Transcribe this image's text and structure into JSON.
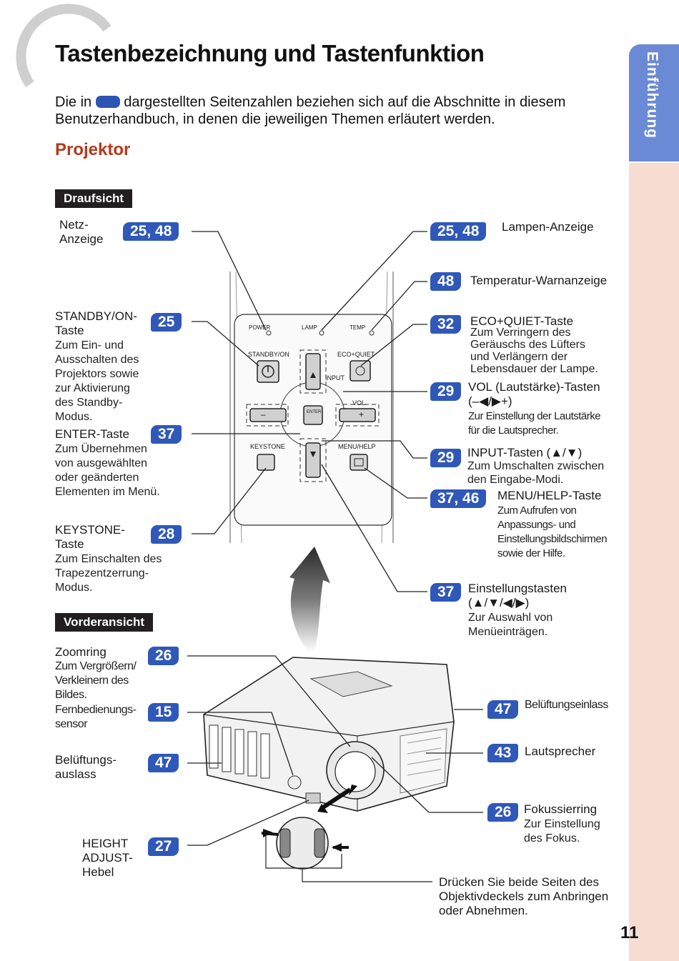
{
  "header": {
    "title": "Tastenbezeichnung und Tastenfunktion",
    "intro_before": "Die in",
    "intro_after": "dargestellten Seitenzahlen beziehen sich auf die Abschnitte in diesem Benutzerhandbuch, in denen die jeweiligen Themen erläutert werden.",
    "section": "Projektor"
  },
  "side_tab": "Einführung",
  "page_number": "11",
  "colors": {
    "badge": "#2f58b8",
    "section": "#b5391d",
    "side_tab": "#6b8ad6",
    "side_strip": "#f7ddd1"
  },
  "top_view": {
    "heading": "Draufsicht",
    "panel": {
      "power": "POWER",
      "lamp": "LAMP",
      "temp": "TEMP",
      "standby": "STANDBY/ON",
      "eco": "ECO+QUIET",
      "input": "INPUT",
      "vol": "VOL",
      "enter": "ENTER",
      "keystone": "KEYSTONE",
      "menu": "MENU/HELP",
      "vol_minus": "–",
      "vol_plus": "+"
    },
    "left": [
      {
        "pages": "25, 48",
        "label": "Netz-\nAnzeige",
        "desc": ""
      },
      {
        "pages": "25",
        "label": "STANDBY/ON-\nTaste",
        "desc": "Zum Ein- und\nAusschalten des\nProjektors sowie\nzur Aktivierung\ndes Standby-\nModus."
      },
      {
        "pages": "37",
        "label": "ENTER-Taste",
        "desc": "Zum Übernehmen\nvon ausgewählten\noder geänderten\nElementen im Menü."
      },
      {
        "pages": "28",
        "label": "KEYSTONE-\nTaste",
        "desc": "Zum Einschalten des\nTrapezentzerrung-\nModus."
      }
    ],
    "right": [
      {
        "pages": "25, 48",
        "label": "Lampen-Anzeige",
        "desc": ""
      },
      {
        "pages": "48",
        "label": "Temperatur-Warnanzeige",
        "desc": ""
      },
      {
        "pages": "32",
        "label": "ECO+QUIET-Taste",
        "desc": "Zum Verringern des\nGeräuschs des Lüfters\nund Verlängern der\nLebensdauer der Lampe."
      },
      {
        "pages": "29",
        "label": "VOL (Lautstärke)-Tasten\n(–◀/▶+)",
        "desc": "Zur Einstellung der Lautstärke\nfür die Lautsprecher."
      },
      {
        "pages": "29",
        "label": "INPUT-Tasten (▲/▼)",
        "desc": "Zum Umschalten zwischen\nden Eingabe-Modi."
      },
      {
        "pages": "37, 46",
        "label": "MENU/HELP-Taste",
        "desc": "Zum Aufrufen von\nAnpassungs- und\nEinstellungsbildschirmen\nsowie der Hilfe."
      },
      {
        "pages": "37",
        "label": "Einstellungstasten\n(▲/▼/◀/▶)",
        "desc": "Zur Auswahl von\nMenüeinträgen."
      }
    ]
  },
  "front_view": {
    "heading": "Vorderansicht",
    "left": [
      {
        "pages": "26",
        "label": "Zoomring",
        "desc": "Zum Vergrößern/\nVerkleinern des\nBildes."
      },
      {
        "pages": "15",
        "label": "Fernbedienungs-\nsensor",
        "desc": ""
      },
      {
        "pages": "47",
        "label": "Belüftungs-\nauslass",
        "desc": ""
      },
      {
        "pages": "27",
        "label": "HEIGHT\nADJUST-\nHebel",
        "desc": ""
      }
    ],
    "right": [
      {
        "pages": "47",
        "label": "Belüftungseinlass",
        "desc": ""
      },
      {
        "pages": "43",
        "label": "Lautsprecher",
        "desc": ""
      },
      {
        "pages": "26",
        "label": "Fokussierring",
        "desc": "Zur Einstellung\ndes Fokus."
      }
    ],
    "lens_cap_note": "Drücken Sie beide Seiten des\nObjektivdeckels zum Anbringen\noder Abnehmen."
  }
}
